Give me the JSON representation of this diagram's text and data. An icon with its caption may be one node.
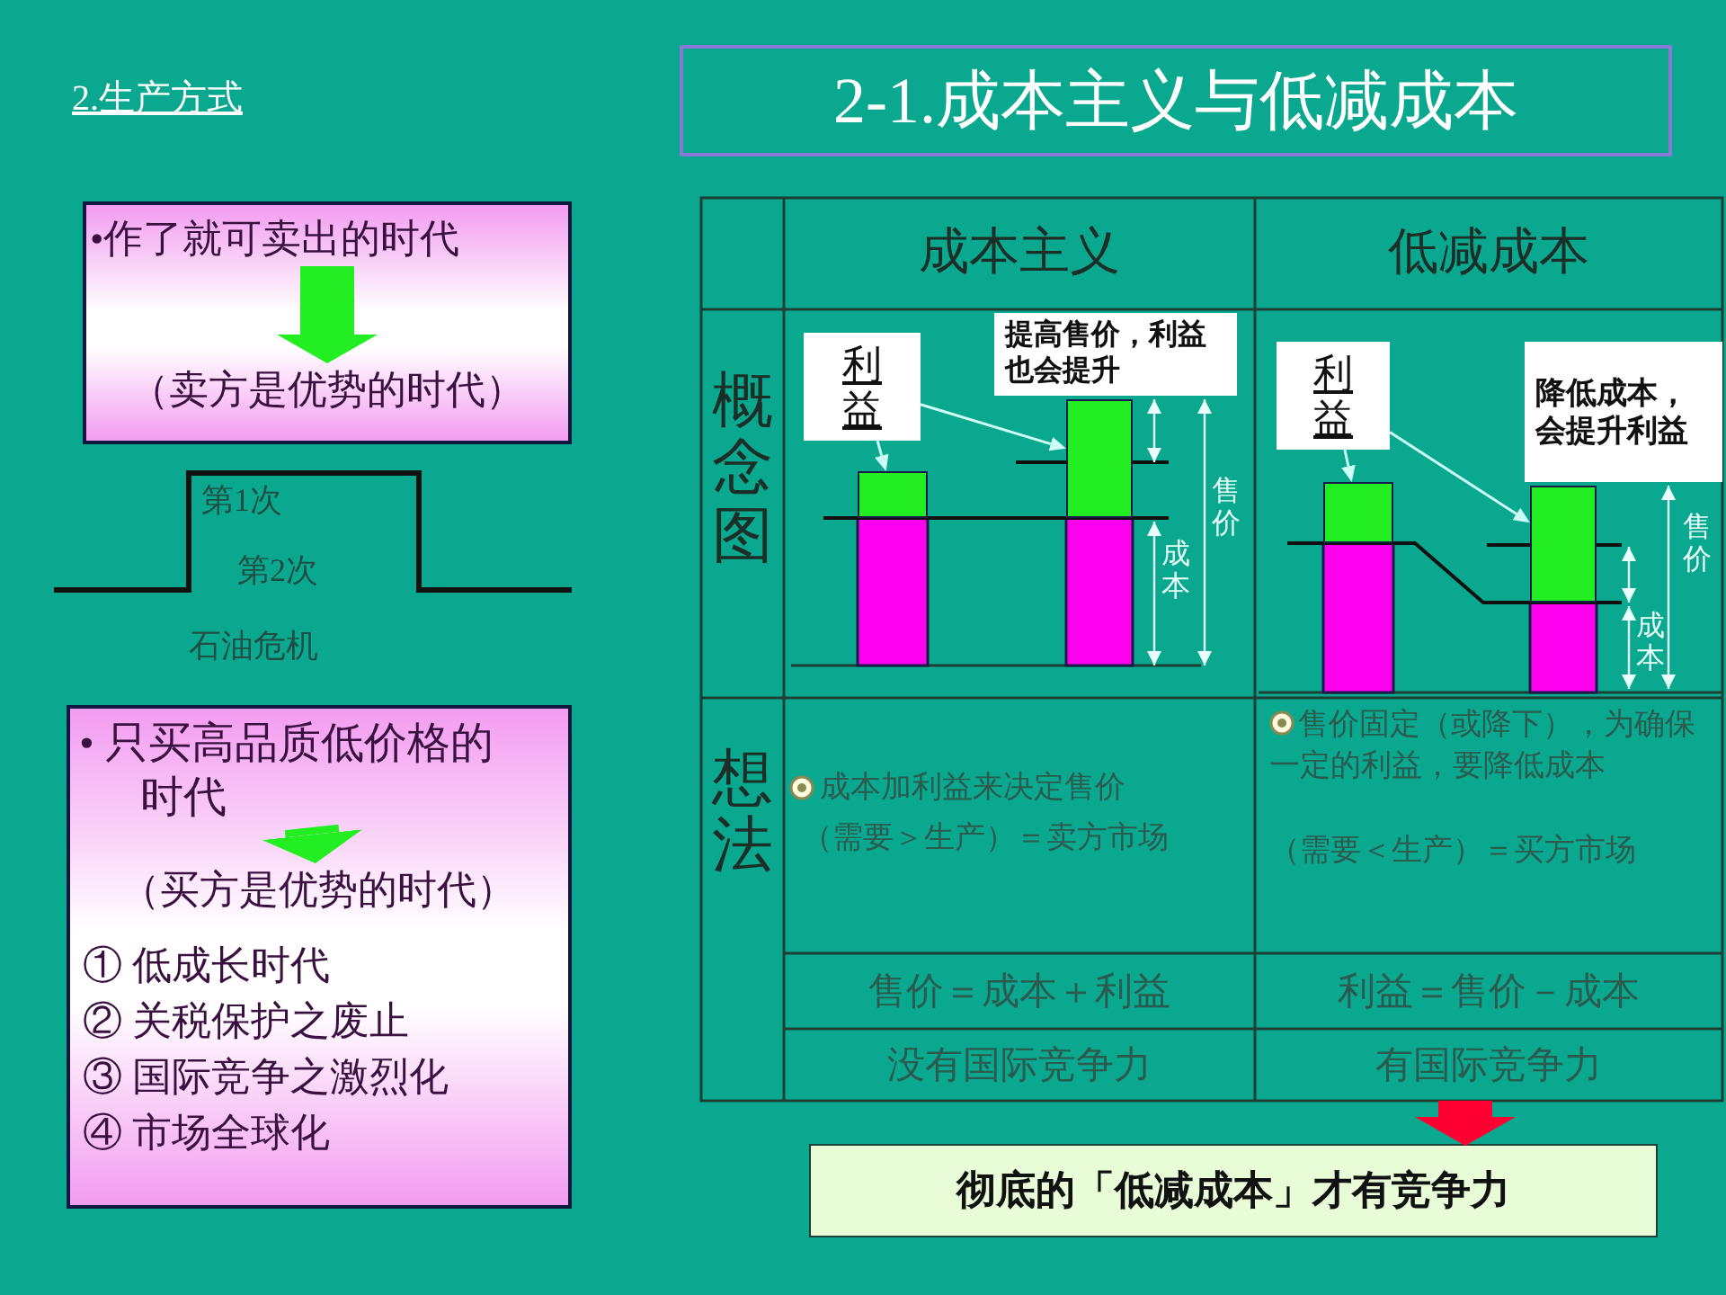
{
  "diagram": {
    "title": "2-1.成本主义与低减成本",
    "nodes": [
      {
        "text": [],
        "shape": "box"
      },
      {
        "text": [
          "•作了就可卖出的时代"
        ],
        "in": 0
      },
      {
        "text": [
          "（卖方是优势的时代）"
        ],
        "in": 0
      },
      {
        "text": [],
        "shape": "box"
      },
      {
        "text": [
          "• 只买高品质低价格的时代"
        ],
        "in": 3
      },
      {
        "text": [
          "（买方是优势的时代）"
        ],
        "in": 3
      },
      {
        "text": [
          "利益"
        ]
      },
      {
        "text": [
          "提高售价，利益也会提升"
        ]
      },
      {
        "text": [
          "利益"
        ]
      },
      {
        "text": [
          "降低成本，会提升利益"
        ]
      },
      {
        "text": [],
        "shape": "bar"
      },
      {
        "text": [],
        "shape": "bar"
      },
      {
        "text": [],
        "shape": "bar"
      },
      {
        "text": [],
        "shape": "bar"
      },
      {
        "text": [
          "彻底的「低减成本」才有竞争力"
        ]
      }
    ],
    "edges": [
      {
        "from": 1,
        "to": 2,
        "arrow": "to",
        "style": "thick",
        "color": "#22ee22"
      },
      {
        "from": 4,
        "to": 5,
        "arrow": "to",
        "style": "thick",
        "color": "#22ee22"
      },
      {
        "from": 6,
        "to": 10,
        "arrow": "to"
      },
      {
        "from": 6,
        "to": 11,
        "arrow": "to"
      },
      {
        "from": 8,
        "to": 12,
        "arrow": "to"
      },
      {
        "from": 8,
        "to": 13,
        "arrow": "to"
      },
      {
        "from": null,
        "to": 14,
        "arrow": "to",
        "style": "thick",
        "color": "#ff0033"
      }
    ],
    "labels": [
      "2.生产方式",
      "第1次",
      "第2次",
      "石油危机",
      "① 低成长时代",
      "② 关税保护之废止",
      "③ 国际竞争之激烈化",
      "④ 市场全球化",
      "成本主义",
      "低减成本",
      "概念图",
      "成本",
      "售价",
      "售价",
      "成本",
      "想法",
      "成本加利益来决定售价",
      "（需要＞生产）＝卖方市场",
      "售价固定（或降下），为确保一定的利益，要降低成本",
      "（需要＜生产）＝买方市场",
      "售价＝成本＋利益",
      "利益＝售价－成本",
      "没有国际竞争力",
      "有国际竞争力"
    ]
  }
}
